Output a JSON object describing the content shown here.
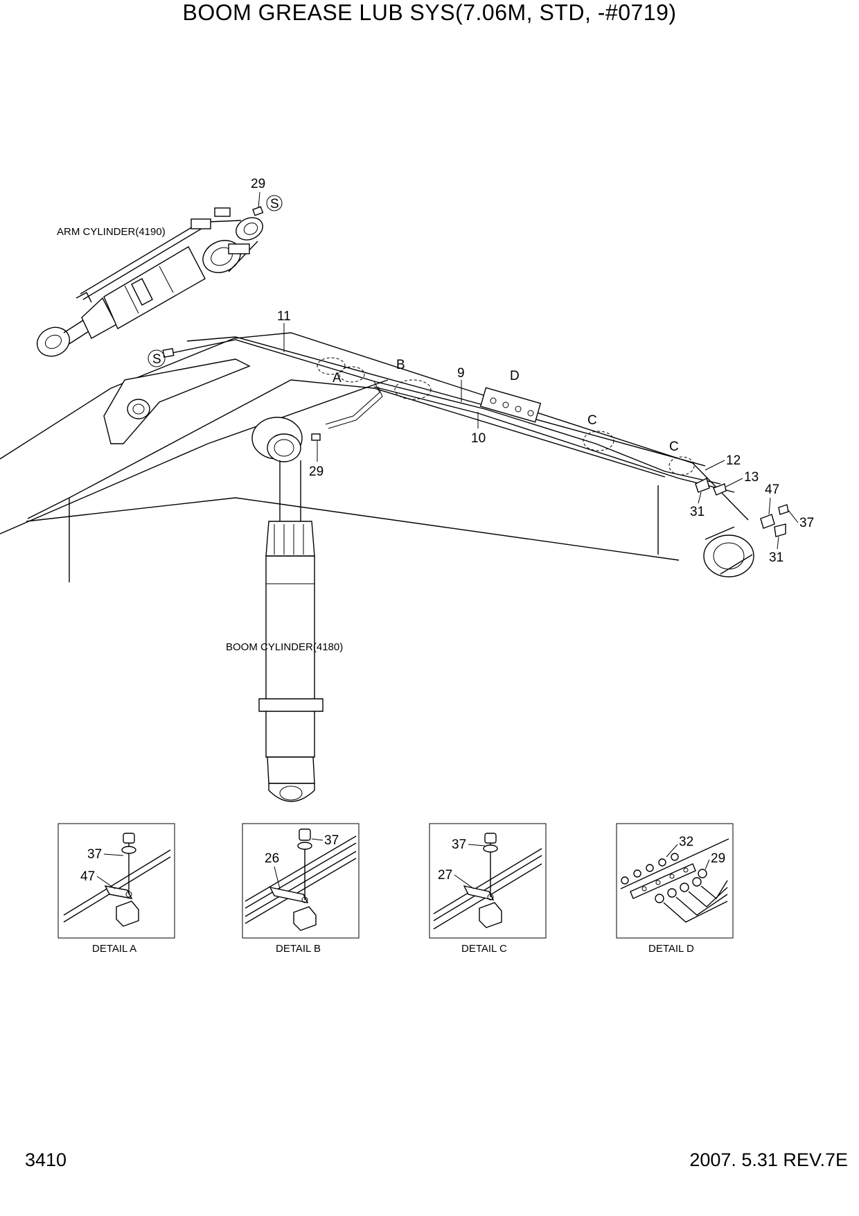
{
  "title": "BOOM GREASE LUB SYS(7.06M, STD, -#0719)",
  "footer": {
    "page_number": "3410",
    "revision": "2007. 5.31 REV.7E"
  },
  "labels": {
    "arm_cylinder": "ARM CYLINDER(4190)",
    "boom_cylinder": "BOOM CYLINDER(4180)",
    "s_mark": "S"
  },
  "callouts": {
    "c29_top": "29",
    "c11": "11",
    "c9": "9",
    "c10": "10",
    "c29_mid": "29",
    "c12": "12",
    "c13": "13",
    "c47": "47",
    "c31_a": "31",
    "c37": "37",
    "c31_b": "31"
  },
  "detail_letters": {
    "a": "A",
    "b": "B",
    "c1": "C",
    "c2": "C",
    "d": "D"
  },
  "details": [
    {
      "caption": "DETAIL  A",
      "parts": [
        "37",
        "47"
      ]
    },
    {
      "caption": "DETAIL  B",
      "parts": [
        "37",
        "26"
      ]
    },
    {
      "caption": "DETAIL  C",
      "parts": [
        "37",
        "27"
      ]
    },
    {
      "caption": "DETAIL  D",
      "parts": [
        "32",
        "29"
      ]
    }
  ]
}
